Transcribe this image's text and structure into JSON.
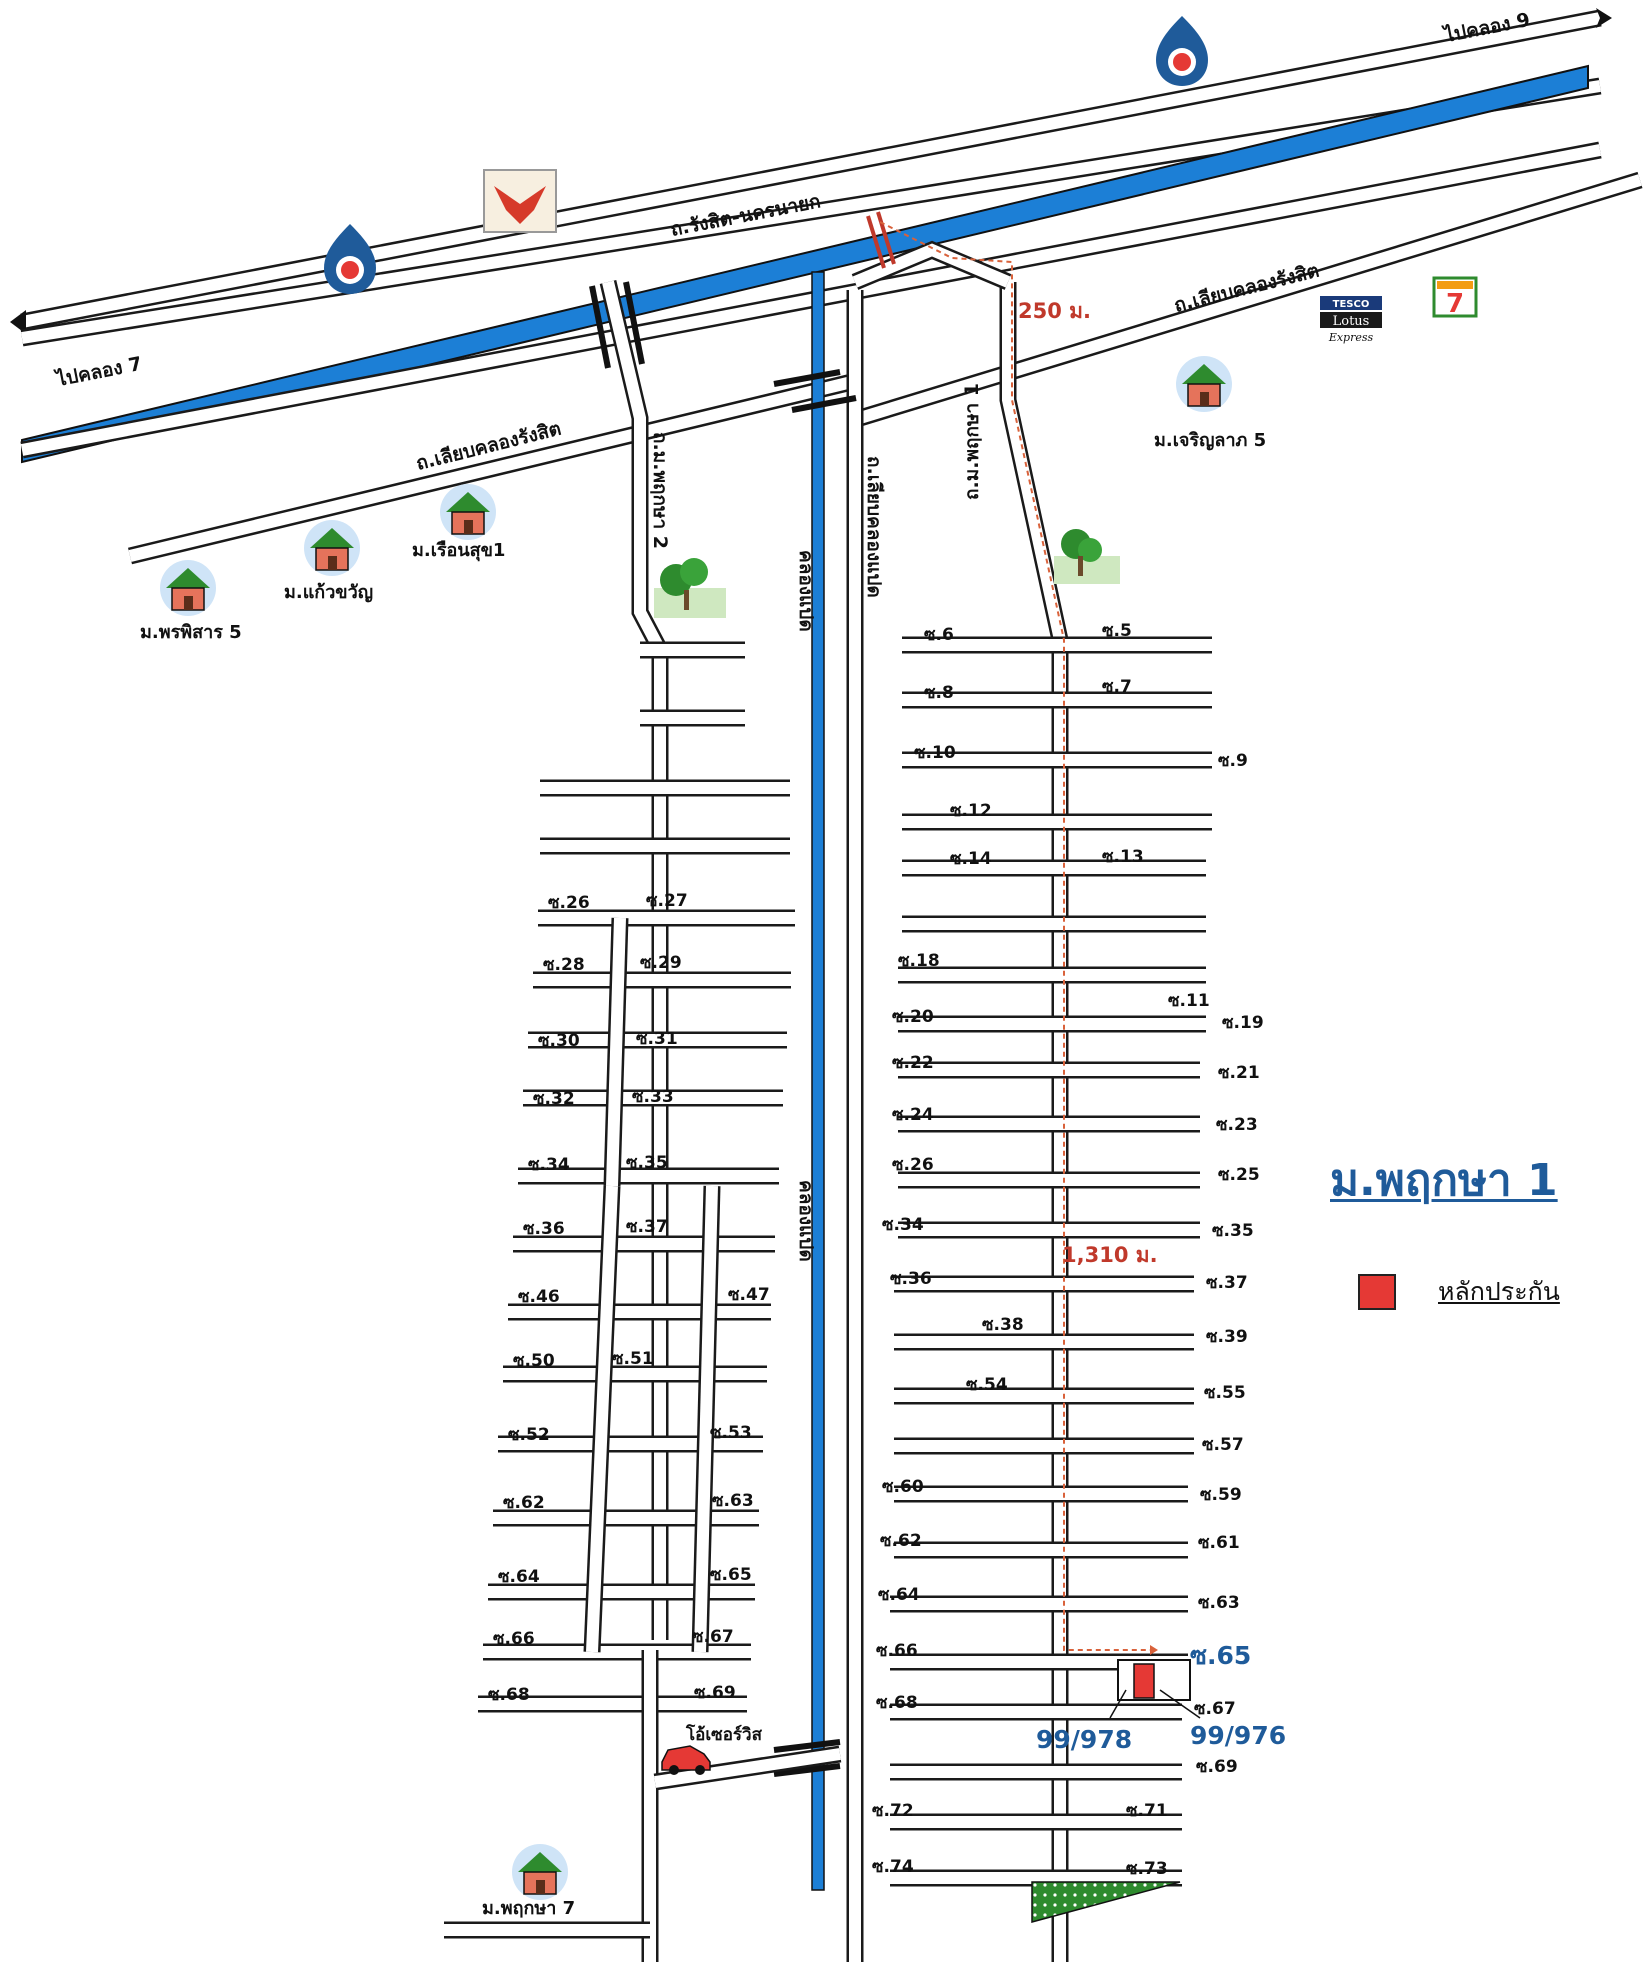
{
  "map": {
    "title": "ม.พฤกษา 1",
    "legend": {
      "swatch_color": "#e53935",
      "label": "หลักประกัน"
    },
    "highways": {
      "main_road": "ถ.รังสิต-นครนายก",
      "to_east": "ไปคลอง 9",
      "to_west": "ไปคลอง 7",
      "frontage_east": "ถ.เลียบคลองรังสิต",
      "frontage_west": "ถ.เลียบคลองรังสิต"
    },
    "vertical_roads": {
      "moo2": "ถ.ม.พฤกษา 2",
      "moo1": "ถ.ม.พฤกษา 1",
      "canal_road": "ถ.เลียบคลองแปด",
      "canal_upper": "คลองแปด",
      "canal_lower": "คลองแปด"
    },
    "distances": {
      "first": "250 ม.",
      "second": "1,310 ม."
    },
    "villages": {
      "charoen": "ม.เจริญลาภ 5",
      "ruen": "ม.เรือนสุข1",
      "kaew": "ม.แก้วขวัญ",
      "porn": "ม.พรพิสาร 5",
      "pruksa7": "ม.พฤกษา 7"
    },
    "shops": {
      "tesco": "TESCO",
      "lotus": "Lotus",
      "express": "Express",
      "seven": "7"
    },
    "landmark": {
      "oasis": "โอ้เซอร์วิส"
    },
    "target": {
      "soi": "ซ.65",
      "house_a": "99/978",
      "house_b": "99/976"
    },
    "soi_left_a": [
      "ซ.26",
      "ซ.28",
      "ซ.30",
      "ซ.32",
      "ซ.34",
      "ซ.36",
      "ซ.46",
      "ซ.50",
      "ซ.52",
      "ซ.62",
      "ซ.64",
      "ซ.66",
      "ซ.68"
    ],
    "soi_left_b": [
      "ซ.27",
      "ซ.29",
      "ซ.31",
      "ซ.33",
      "ซ.35",
      "ซ.37",
      "ซ.47",
      "ซ.51",
      "ซ.53",
      "ซ.63",
      "ซ.65",
      "ซ.67",
      "ซ.69"
    ],
    "soi_right_a": [
      "ซ.6",
      "ซ.8",
      "ซ.10",
      "ซ.12",
      "ซ.14",
      "ซ.18",
      "ซ.20",
      "ซ.22",
      "ซ.24",
      "ซ.26",
      "ซ.34",
      "ซ.36",
      "ซ.38",
      "ซ.54",
      "ซ.60",
      "ซ.62",
      "ซ.64",
      "ซ.66",
      "ซ.68",
      "ซ.72",
      "ซ.74"
    ],
    "soi_right_b": [
      "ซ.5",
      "ซ.7",
      "ซ.9",
      "ซ.13",
      "ซ.11",
      "ซ.19",
      "ซ.21",
      "ซ.23",
      "ซ.25",
      "ซ.35",
      "ซ.37",
      "ซ.39",
      "ซ.55",
      "ซ.57",
      "ซ.59",
      "ซ.61",
      "ซ.63",
      "ซ.67",
      "ซ.69",
      "ซ.71",
      "ซ.73"
    ],
    "colors": {
      "canal": "#1c7fd6",
      "route": "#d9623b",
      "house_mark": "#e53935",
      "accent_blue": "#1f5b9a",
      "park": "#2e8b2e"
    },
    "icons": [
      "ptt-station-icon",
      "eagle-sign-icon",
      "tesco-lotus-express-icon",
      "seven-eleven-icon",
      "house-icon",
      "tree-icon",
      "car-icon",
      "target-house-icon"
    ]
  }
}
